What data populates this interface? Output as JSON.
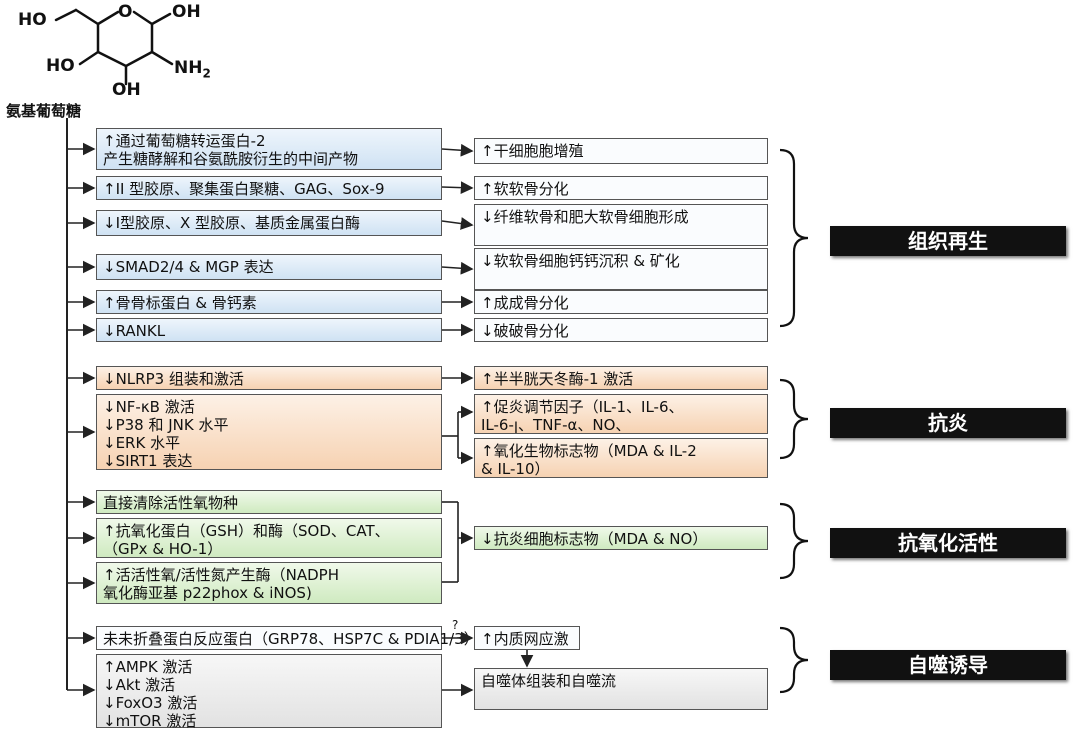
{
  "molecule": {
    "name": "氨基葡萄糖",
    "atoms": {
      "ho1": "HO",
      "oh_top": "OH",
      "o_ring": "O",
      "ho2": "HO",
      "nh2": "NH",
      "nh2_sub": "2",
      "oh_bot": "OH"
    }
  },
  "categories": {
    "tissue": "组织再生",
    "inflammation": "抗炎",
    "antioxidant": "抗氧化活性",
    "autophagy": "自噬诱导"
  },
  "tissue": {
    "left": [
      {
        "lines": [
          "↑通过葡萄糖转运蛋白-2",
          "产生糖酵解和谷氨酰胺衍生的中间产物"
        ]
      },
      {
        "lines": [
          "↑II 型胶原、聚集蛋白聚糖、GAG、Sox-9"
        ]
      },
      {
        "lines": [
          "↓I型胶原、X 型胶原、基质金属蛋白酶"
        ]
      },
      {
        "lines": [
          "↓SMAD2/4 & MGP 表达"
        ]
      },
      {
        "lines": [
          "↑骨骨标蛋白 & 骨钙素"
        ]
      },
      {
        "lines": [
          "↓RANKL"
        ]
      }
    ],
    "right": [
      {
        "lines": [
          "↑干细胞胞增殖"
        ]
      },
      {
        "lines": [
          "↑软软骨分化"
        ]
      },
      {
        "lines": [
          "↓纤维软骨和肥大软骨细胞形成"
        ]
      },
      {
        "lines": [
          "↓软软骨细胞钙钙沉积 & 矿化"
        ]
      },
      {
        "lines": [
          "↑成成骨分化"
        ]
      },
      {
        "lines": [
          "↓破破骨分化"
        ]
      }
    ]
  },
  "inflammation": {
    "left": [
      {
        "lines": [
          "↓NLRP3 组装和激活"
        ]
      },
      {
        "lines": [
          "↓NF-κB 激活",
          "↓P38 和 JNK 水平",
          "↓ERK 水平",
          "↓SIRT1 表达"
        ]
      }
    ],
    "right": [
      {
        "lines": [
          "↑半半胱天冬酶-1 激活"
        ]
      },
      {
        "lines": [
          "↑促炎调节因子（IL-1、IL-6、",
          "IL-6-ꞁ、TNF-α、NO、"
        ]
      },
      {
        "lines": [
          "↑氧化生物标志物（MDA & IL-2",
          "& IL-10）"
        ]
      }
    ]
  },
  "antioxidant": {
    "left": [
      {
        "lines": [
          "直接清除活性氧物种"
        ]
      },
      {
        "lines": [
          "↑抗氧化蛋白（GSH）和酶（SOD、CAT、",
          "（GPx & HO-1）"
        ]
      },
      {
        "lines": [
          "↑活活性氧/活性氮产生酶（NADPH",
          "氧化酶亚基 p22phox & iNOS)"
        ]
      }
    ],
    "right": [
      {
        "lines": [
          "↓抗炎细胞标志物（MDA & NO）"
        ]
      }
    ]
  },
  "autophagy": {
    "question": "?",
    "left": [
      {
        "lines": [
          "未未折叠蛋白反应蛋白（GRP78、HSP7C & PDIA1/3）"
        ]
      },
      {
        "lines": [
          "↑AMPK 激活",
          "↓Akt 激活",
          "↓FoxO3 激活",
          "↓mTOR 激活"
        ]
      }
    ],
    "right": [
      {
        "lines": [
          "↑内质网应激"
        ]
      },
      {
        "lines": [
          "自噬体组装和自噬流"
        ]
      }
    ]
  }
}
